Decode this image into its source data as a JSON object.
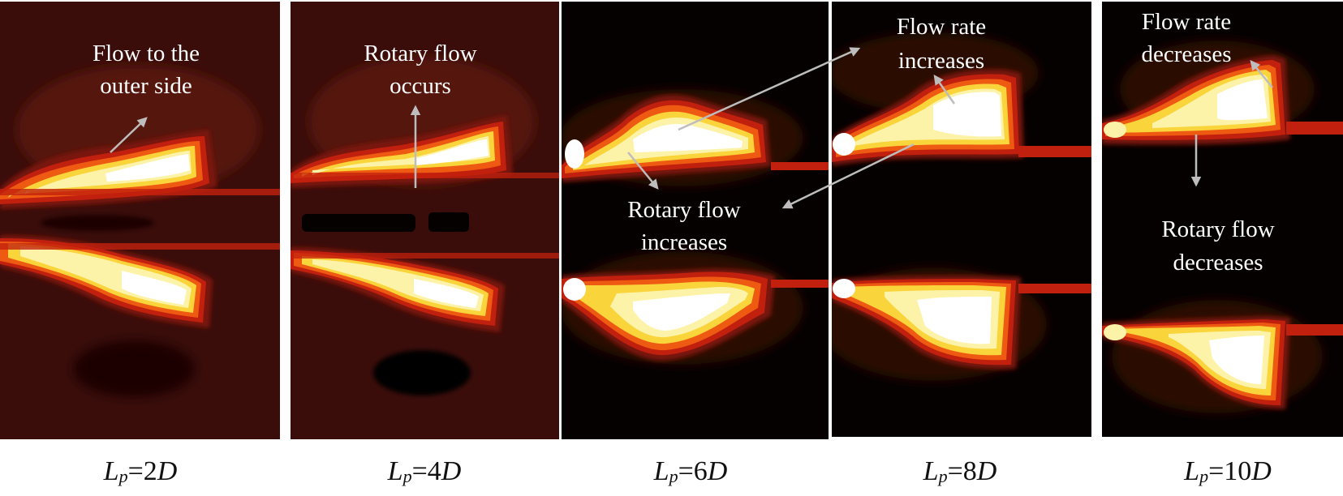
{
  "panels": [
    {
      "id": "lp2",
      "caption": {
        "var": "L",
        "sub": "p",
        "eq": "=2",
        "unit": "D"
      },
      "annotations": [
        {
          "lines": [
            "Flow to the",
            "outer side"
          ]
        }
      ]
    },
    {
      "id": "lp4",
      "caption": {
        "var": "L",
        "sub": "p",
        "eq": "=4",
        "unit": "D"
      },
      "annotations": [
        {
          "lines": [
            "Rotary flow",
            "occurs"
          ]
        }
      ]
    },
    {
      "id": "lp6",
      "caption": {
        "var": "L",
        "sub": "p",
        "eq": "=6",
        "unit": "D"
      },
      "annotations": [
        {
          "lines": [
            "Rotary flow",
            "increases"
          ]
        }
      ]
    },
    {
      "id": "lp8",
      "caption": {
        "var": "L",
        "sub": "p",
        "eq": "=8",
        "unit": "D"
      },
      "annotations": [
        {
          "lines": [
            "Flow rate",
            "increases"
          ]
        }
      ]
    },
    {
      "id": "lp10",
      "caption": {
        "var": "L",
        "sub": "p",
        "eq": "=10",
        "unit": "D"
      },
      "annotations": [
        {
          "lines": [
            "Flow rate",
            "decreases"
          ]
        },
        {
          "lines": [
            "Rotary flow",
            "decreases"
          ]
        }
      ]
    }
  ],
  "colors": {
    "background_dark": "#3a0d0a",
    "black": "#050100",
    "deep_red": "#7a1208",
    "red": "#c2200e",
    "orange": "#ee5a12",
    "yellow": "#f9d43a",
    "light_yellow": "#fdf3a8",
    "white_core": "#ffffff",
    "arrow": "#bdbdbd"
  }
}
